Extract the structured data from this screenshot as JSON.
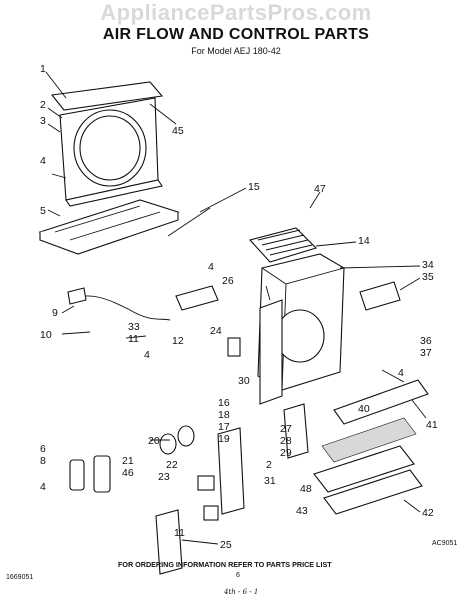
{
  "watermark": "AppliancePartsPros.com",
  "title": "AIR FLOW AND CONTROL PARTS",
  "subtitle": "For Model AEJ 180-42",
  "footer": {
    "left_code": "1669051",
    "instruction": "FOR ORDERING INFORMATION REFER TO PARTS PRICE LIST",
    "page": "6",
    "handwriting": "4th - 6 - 1",
    "right_code": "AC9051"
  },
  "part_labels": [
    "1",
    "2",
    "3",
    "4",
    "5",
    "45",
    "15",
    "47",
    "14",
    "34",
    "35",
    "4",
    "26",
    "9",
    "10",
    "33",
    "11",
    "12",
    "24",
    "4",
    "30",
    "36",
    "37",
    "4",
    "40",
    "41",
    "16",
    "18",
    "17",
    "19",
    "20",
    "6",
    "8",
    "4",
    "21",
    "46",
    "22",
    "23",
    "27",
    "28",
    "29",
    "2",
    "31",
    "48",
    "43",
    "42",
    "25",
    "11"
  ]
}
